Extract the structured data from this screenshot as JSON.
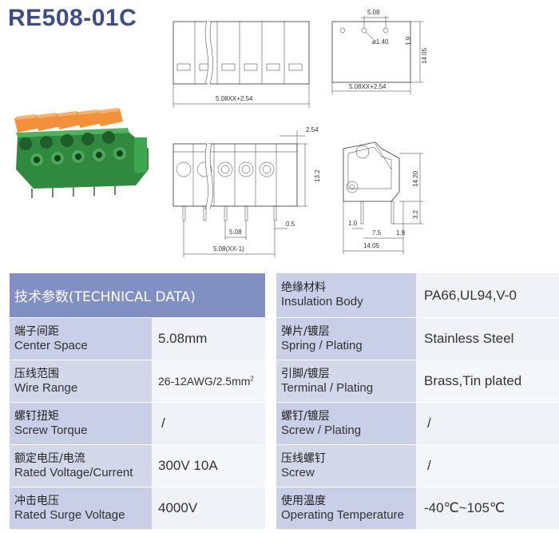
{
  "title": "RE508-01C",
  "dims": {
    "top_front_width": "5.08XX+2.54",
    "top_side_pitch": "5.08",
    "top_side_hole": "ø1.40",
    "top_side_h1": "1.9",
    "top_side_h2": "14.05",
    "top_side_width": "5.08XX+2.54",
    "front_offset": "2.54",
    "front_height": "13.2",
    "front_pitch": "5.08",
    "front_pin": "0.5",
    "front_total": "5.08(XX-1)",
    "side_h": "14.20",
    "side_pin_h": "3.2",
    "side_a": "1.0",
    "side_b": "7.5",
    "side_c": "1.9",
    "side_width": "14.05"
  },
  "table": {
    "header": "技术参数(TECHNICAL DATA)",
    "left_rows": [
      {
        "zh": "端子间距",
        "en": "Center Space",
        "value": "5.08mm"
      },
      {
        "zh": "压线范围",
        "en": "Wire Range",
        "value": "26-12AWG/2.5mm",
        "sup": "2"
      },
      {
        "zh": "螺钉扭矩",
        "en": "Screw Torque",
        "value": "/"
      },
      {
        "zh": "额定电压/电流",
        "en": "Rated Voltage/Current",
        "value": "300V 10A"
      },
      {
        "zh": "冲击电压",
        "en": "Rated Surge Voltage",
        "value": "4000V"
      }
    ],
    "right_rows": [
      {
        "zh": "绝缘材料",
        "en": "Insulation Body",
        "value": "PA66,UL94,V-0"
      },
      {
        "zh": "弹片/镀层",
        "en": "Spring / Plating",
        "value": "Stainless Steel"
      },
      {
        "zh": "引脚/镀层",
        "en": "Terminal / Plating",
        "value": "Brass,Tin plated"
      },
      {
        "zh": "螺钉/镀层",
        "en": "Screw / Plating",
        "value": "/"
      },
      {
        "zh": "压线螺钉",
        "en": "Screw",
        "value": "/"
      },
      {
        "zh": "使用温度",
        "en": "Operating Temperature",
        "value": "-40℃~105℃"
      }
    ]
  },
  "colors": {
    "header": "#8190c3",
    "label": "#c9cfe6",
    "value": "#f0f2f8",
    "title": "#3d4d86",
    "body_green": "#3e9a4e",
    "button_orange": "#f08a2a"
  }
}
